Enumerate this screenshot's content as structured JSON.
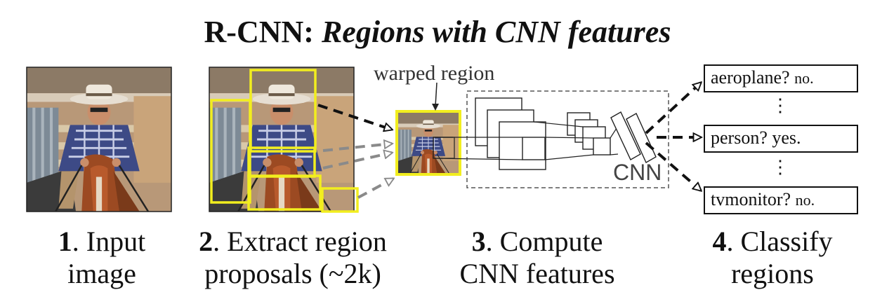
{
  "title": {
    "prefix": "R-CNN:",
    "subtitle": "Regions with CNN features"
  },
  "labels": {
    "warped_region": "warped region",
    "cnn": "CNN"
  },
  "steps": [
    {
      "num": "1",
      "line1": ". Input",
      "line2": "image"
    },
    {
      "num": "2",
      "line1": ". Extract region",
      "line2": "proposals (~2k)"
    },
    {
      "num": "3",
      "line1": ". Compute",
      "line2": "CNN features"
    },
    {
      "num": "4",
      "line1": ". Classify",
      "line2": "regions"
    }
  ],
  "classes": [
    {
      "label": "aeroplane?",
      "answer": "no."
    },
    {
      "label": "person?",
      "answer": "yes."
    },
    {
      "label": "tvmonitor?",
      "answer": "no."
    }
  ],
  "vdots": "⋮",
  "colors": {
    "proposal_box": "#f2ee1e",
    "arrow_black": "#111111",
    "arrow_gray": "#8a8a8a",
    "dashed_frame": "#555555"
  }
}
